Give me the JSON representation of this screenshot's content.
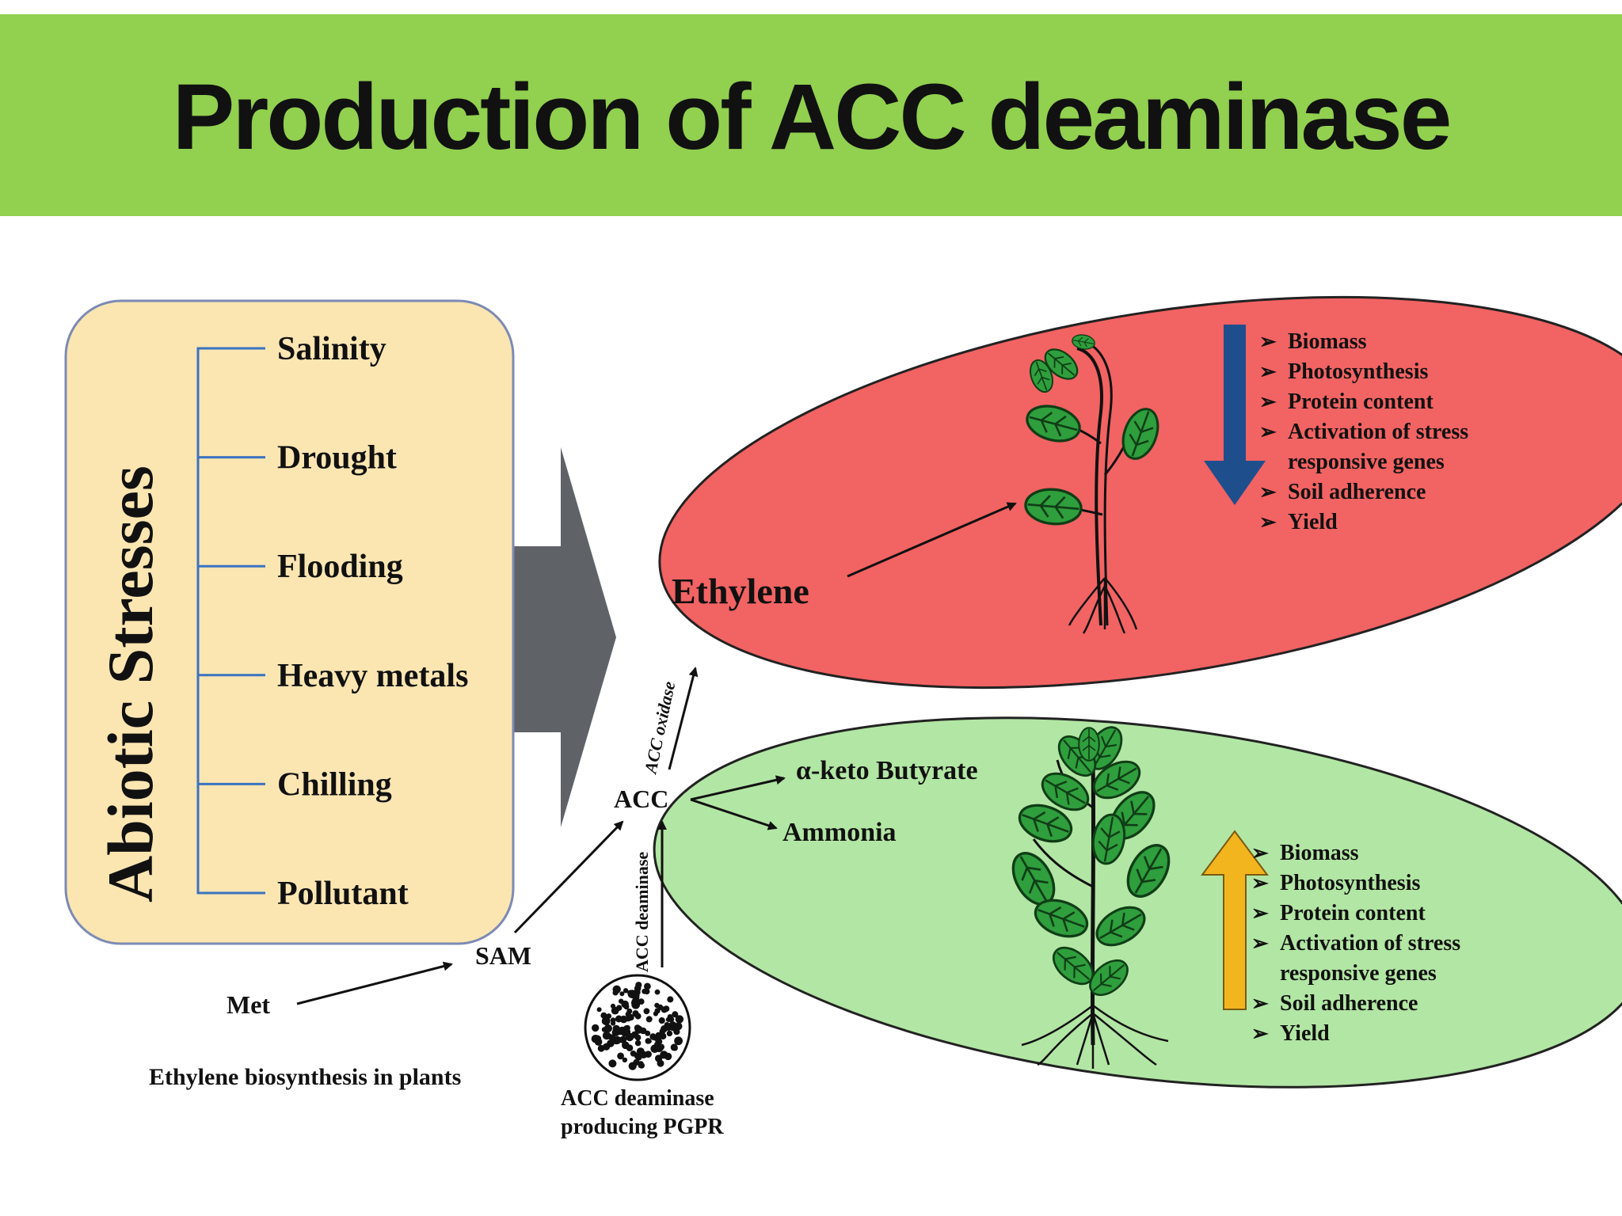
{
  "title": "Production of ACC deaminase",
  "stress_panel": {
    "heading": "Abiotic Stresses",
    "items": [
      "Salinity",
      "Drought",
      "Flooding",
      "Heavy metals",
      "Chilling",
      "Pollutant"
    ]
  },
  "pathway": {
    "met": "Met",
    "sam": "SAM",
    "acc": "ACC",
    "acc_oxidase": "ACC oxidase",
    "acc_deaminase": "ACC deaminase",
    "keto_butyrate": "α-keto Butyrate",
    "ammonia": "Ammonia",
    "caption": "Ethylene biosynthesis in plants",
    "pgpr_line1": "ACC deaminase",
    "pgpr_line2": "producing PGPR"
  },
  "red_ellipse": {
    "label": "Ethylene",
    "list": [
      "Biomass",
      "Photosynthesis",
      "Protein content",
      "Activation of stress",
      "responsive genes",
      "Soil adherence",
      "Yield"
    ]
  },
  "green_ellipse": {
    "list": [
      "Biomass",
      "Photosynthesis",
      "Protein content",
      "Activation of stress",
      "responsive genes",
      "Soil adherence",
      "Yield"
    ]
  },
  "colors": {
    "title_bar": "#92d050",
    "stress_box": "#fbe6b2",
    "red_ellipse": "#f26363",
    "green_ellipse": "#b2e6a4",
    "down_arrow": "#1f4e8c",
    "up_arrow": "#f2b51d",
    "big_arrow": "#5f6368"
  }
}
